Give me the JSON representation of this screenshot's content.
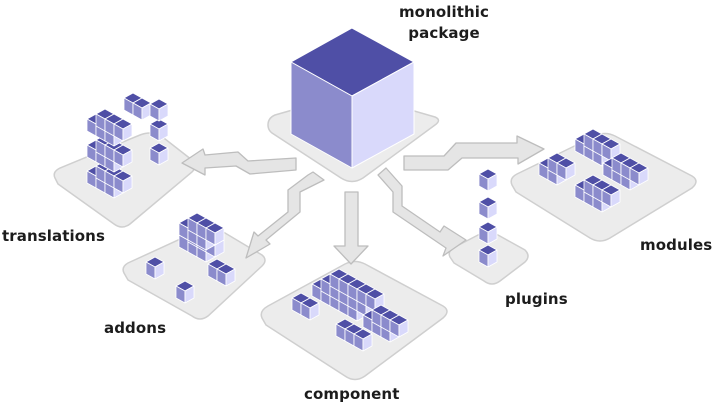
{
  "labels": {
    "monolithic": "monolithic",
    "package": "package",
    "translations": "translations",
    "addons": "addons",
    "component": "component",
    "plugins": "plugins",
    "modules": "modules"
  },
  "colors": {
    "cube_top": "#4f4fa6",
    "cube_left": "#8b8bcc",
    "cube_right": "#d9d9fb",
    "cube_edge": "#ffffff",
    "platform_fill": "#ececec",
    "platform_stroke": "#cfcfcf",
    "arrow_fill": "#e5e5e5",
    "arrow_stroke": "#bdbdbd"
  }
}
